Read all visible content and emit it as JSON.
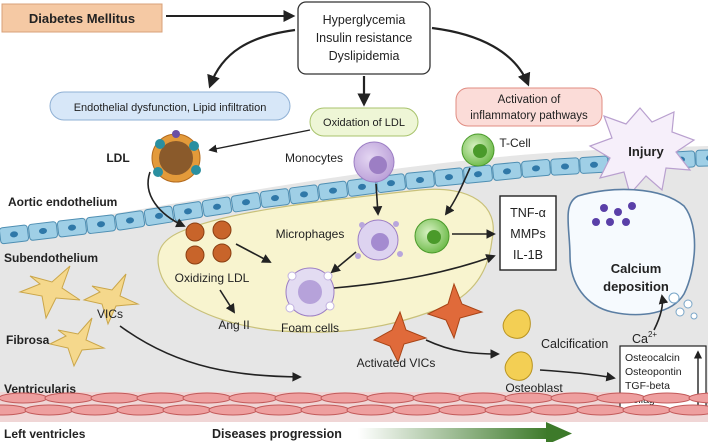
{
  "source": "Diabetes Mellitus",
  "conditions": [
    "Hyperglycemia",
    "Insulin resistance",
    "Dyslipidemia"
  ],
  "endothelial_box": "Endothelial dysfunction, Lipid infiltration",
  "oxidation_box": "Oxidation of LDL",
  "inflammatory_box": [
    "Activation of",
    "inflammatory pathways"
  ],
  "injury": "Injury",
  "layers": {
    "aortic": "Aortic endothelium",
    "subendo": "Subendothelium",
    "fibrosa": "Fibrosa",
    "ventricularis": "Ventricularis",
    "left_ventricles": "Left ventricles"
  },
  "cells": {
    "ldl": "LDL",
    "monocytes": "Monocytes",
    "tcell": "T-Cell",
    "microphages": "Microphages",
    "oxidizing_ldl": "Oxidizing LDL",
    "ang2": "Ang II",
    "foam": "Foam cells",
    "vics": "VICs",
    "activated_vics": "Activated VICs",
    "osteoblast": "Osteoblast"
  },
  "cytokines": [
    "TNF-α",
    "MMPs",
    "IL-1B"
  ],
  "calcium": [
    "Calcium",
    "deposition"
  ],
  "ca_ion": "Ca",
  "ca_charge": "2+",
  "calcification": "Calcification",
  "markers": [
    "Osteocalcin",
    "Osteopontin",
    "TGF-beta",
    "Collagen"
  ],
  "progression": "Diseases progression",
  "colors": {
    "source_fill": "#f5c9a4",
    "endothelial_fill": "#d7e7f8",
    "oxidation_fill": "#eef6d6",
    "inflammatory_fill": "#fbdcd8",
    "lesion_fill": "#f8f4cf",
    "endothelium_cell": "#9fcfe6",
    "progression_arrow": "#3d7a2a"
  }
}
